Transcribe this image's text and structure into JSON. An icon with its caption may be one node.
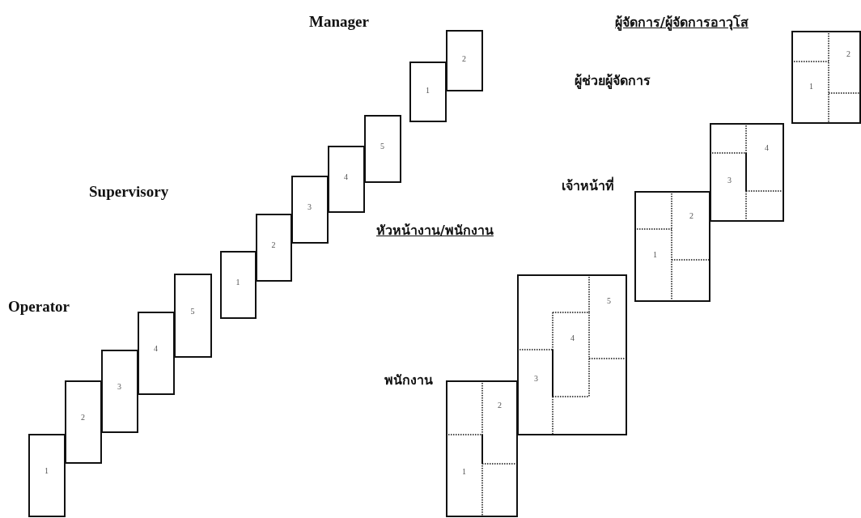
{
  "diagram": {
    "nodes": [
      {
        "text": [
          "1"
        ]
      },
      {
        "text": [
          "2"
        ]
      },
      {
        "text": [
          "3"
        ]
      },
      {
        "text": [
          "4"
        ]
      },
      {
        "text": [
          "5"
        ]
      },
      {
        "text": [
          "1"
        ]
      },
      {
        "text": [
          "2"
        ]
      },
      {
        "text": [
          "3"
        ]
      },
      {
        "text": [
          "4"
        ]
      },
      {
        "text": [
          "5"
        ]
      },
      {
        "text": [
          "1"
        ]
      },
      {
        "text": [
          "2"
        ]
      },
      {
        "text": [
          "พนักงาน",
          "1",
          "2"
        ]
      },
      {
        "text": [
          "3",
          "4",
          "5"
        ]
      },
      {
        "text": [
          "เจ้าหน้าที่",
          "1",
          "2"
        ]
      },
      {
        "text": [
          "3",
          "4"
        ]
      },
      {
        "text": [
          "ผู้จัดการ/ผู้จัดการอาวุโส",
          "1",
          "2"
        ]
      }
    ],
    "labels": [
      "ผู้ช่วยผู้จัดการ",
      "Manager",
      "Supervisory",
      "หัวหน้างาน/พนักงาน",
      "Operator"
    ]
  }
}
